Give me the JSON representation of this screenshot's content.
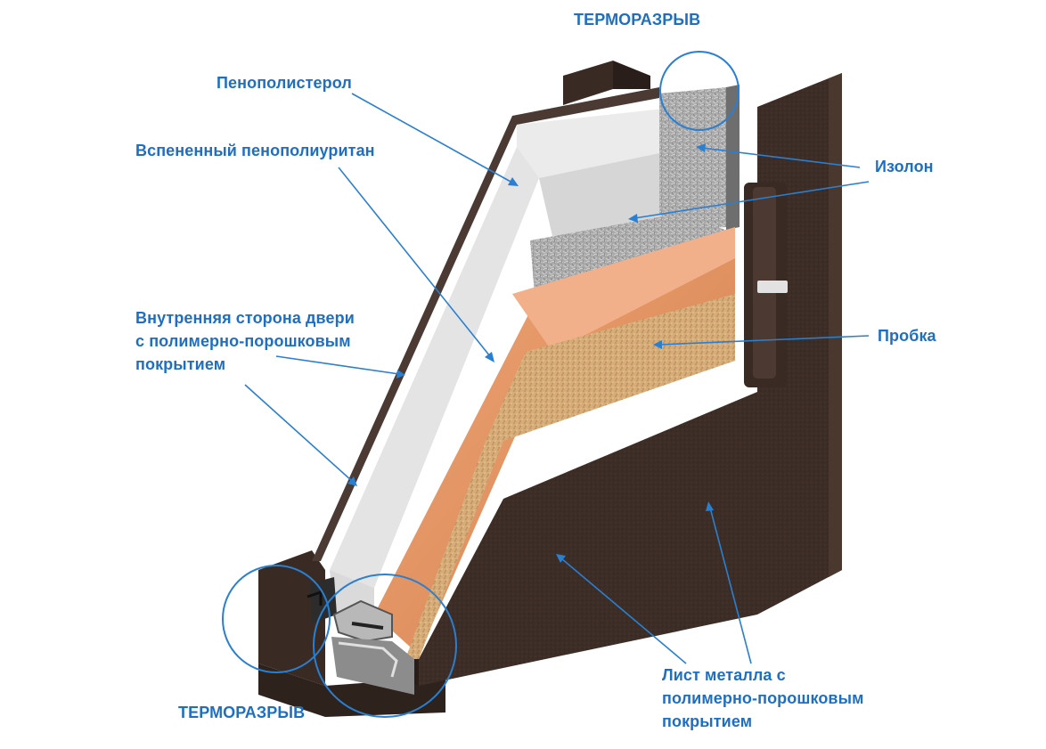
{
  "labels": {
    "thermal_break_top": "ТЕРМОРАЗРЫВ",
    "polystyrene": "Пенополистерол",
    "polyurethane": "Вспененный пенополиуритан",
    "izolon": "Изолон",
    "inner_side": [
      "Внутренняя сторона двери",
      "с полимерно-порошковым",
      "покрытием"
    ],
    "cork": "Пробка",
    "thermal_break_bottom": "ТЕРМОРАЗРЫВ",
    "metal_sheet": [
      "Лист металла с",
      "полимерно-порошковым",
      "покрытием"
    ]
  },
  "colors": {
    "label": "#1f6fc0",
    "leader": "#2a7fd0",
    "frame_dark": "#3a2a24",
    "frame_darker": "#2a1e1a",
    "polystyrene": "#dcdcdc",
    "polyurethane": "#d98a5a",
    "cork": "#d8b07a",
    "izolon": "#9a9a9a"
  }
}
